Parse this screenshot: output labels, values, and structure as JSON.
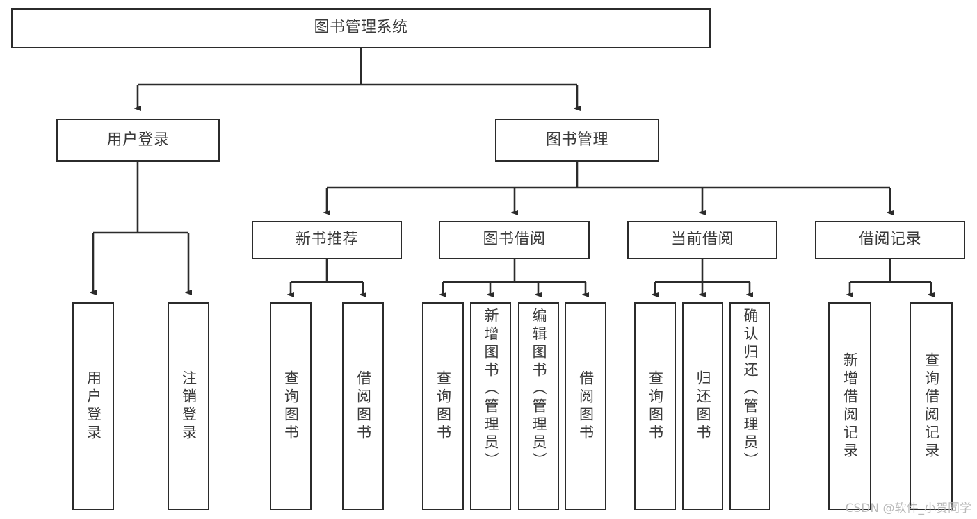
{
  "diagram": {
    "type": "tree-hierarchy",
    "watermark": "CSDN @软件_小贺同学",
    "colors": {
      "box_border": "#2b2b2b",
      "box_fill": "#ffffff",
      "text": "#3a3a3a",
      "connector": "#2b2b2b",
      "watermark": "#b9b9b9",
      "background": "#ffffff"
    },
    "root": {
      "label": "图书管理系统"
    },
    "level1": [
      {
        "label": "用户登录"
      },
      {
        "label": "图书管理"
      }
    ],
    "level2": [
      {
        "label": "新书推荐"
      },
      {
        "label": "图书借阅"
      },
      {
        "label": "当前借阅"
      },
      {
        "label": "借阅记录"
      }
    ],
    "leaves": {
      "user_login": [
        {
          "label": "用户登录"
        },
        {
          "label": "注销登录"
        }
      ],
      "new_book_rec": [
        {
          "label": "查询图书"
        },
        {
          "label": "借阅图书"
        }
      ],
      "book_borrow": [
        {
          "label": "查询图书"
        },
        {
          "label": "新增图书（管理员）"
        },
        {
          "label": "编辑图书（管理员）"
        },
        {
          "label": "借阅图书"
        }
      ],
      "current_borrow": [
        {
          "label": "查询图书"
        },
        {
          "label": "归还图书"
        },
        {
          "label": "确认归还（管理员）"
        }
      ],
      "borrow_record": [
        {
          "label": "新增借阅记录"
        },
        {
          "label": "查询借阅记录"
        }
      ]
    }
  }
}
